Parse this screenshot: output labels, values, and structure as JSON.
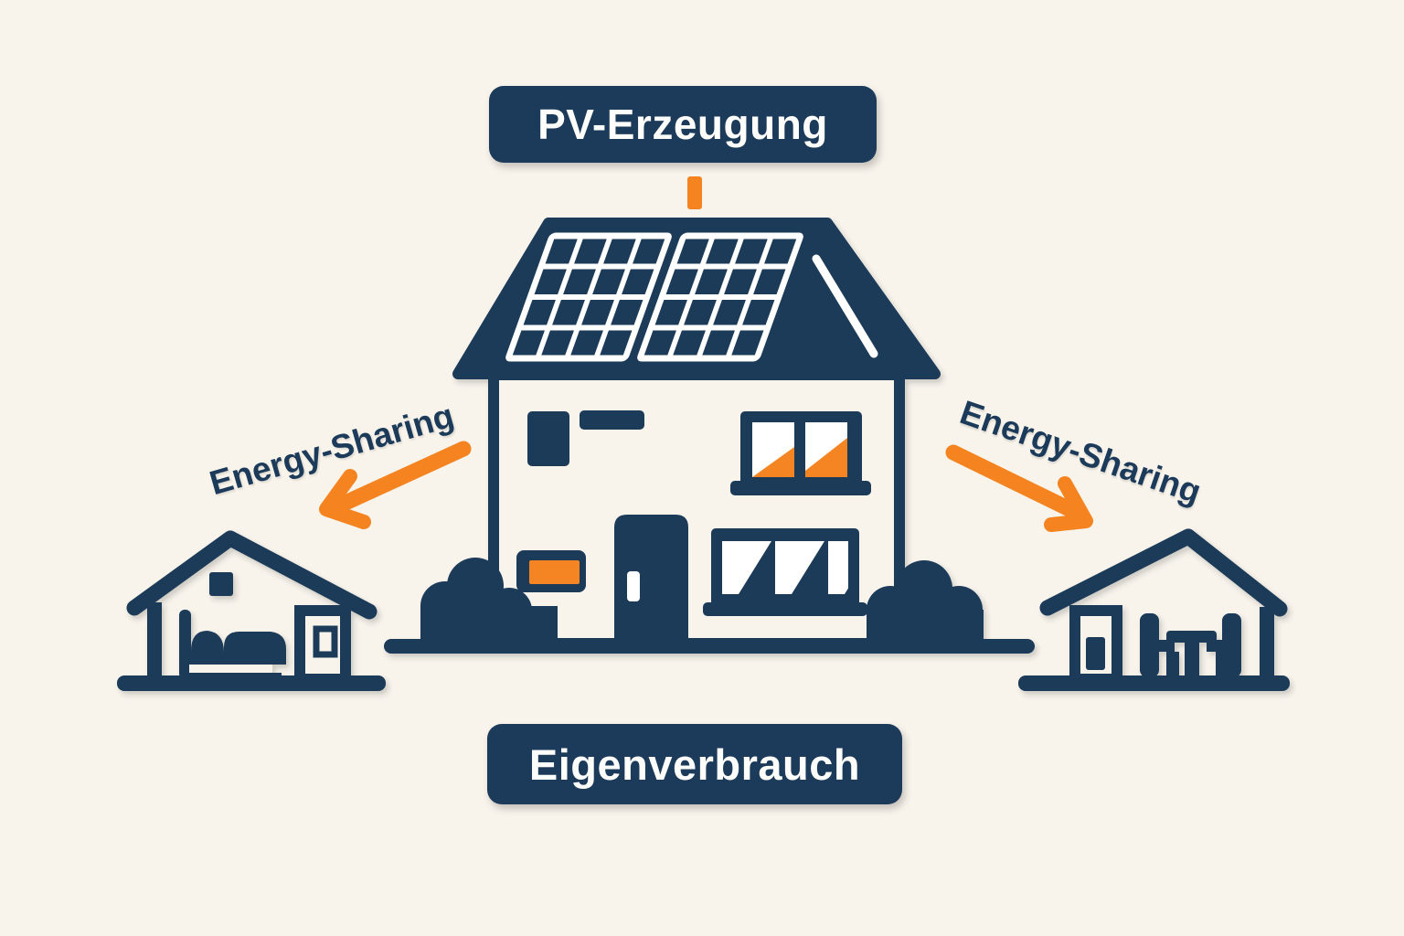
{
  "labels": {
    "pv_generation": "PV-Erzeugung",
    "self_consumption": "Eigenverbrauch",
    "energy_sharing_left": "Energy-Sharing",
    "energy_sharing_right": "Energy-Sharing"
  },
  "colors": {
    "background": "#f8f4ec",
    "navy": "#1c3a59",
    "orange": "#f58420",
    "text_on_navy": "#fdfdfb"
  },
  "icons": {
    "center_house": "house-with-solar-panels-icon",
    "left_house": "neighbor-house-bedroom-icon",
    "right_house": "neighbor-house-dining-icon",
    "pv_flow": "arrow-down-icon",
    "share_flow_left": "arrow-down-left-icon",
    "share_flow_right": "arrow-down-right-icon"
  }
}
